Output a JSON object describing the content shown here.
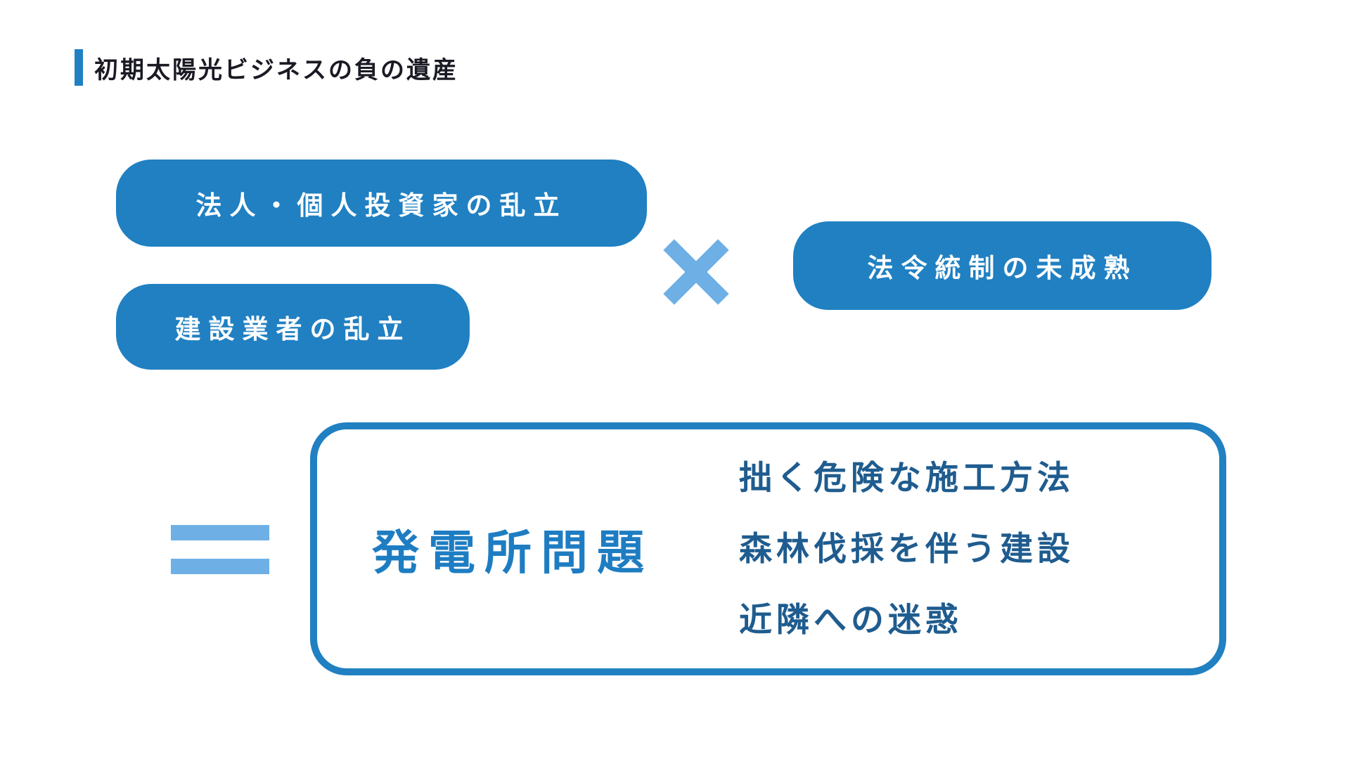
{
  "slide": {
    "title": "初期太陽光ビジネスの負の遺産",
    "factors": [
      {
        "label": "法人・個人投資家の乱立"
      },
      {
        "label": "建設業者の乱立"
      },
      {
        "label": "法令統制の未成熟"
      }
    ],
    "operators": {
      "multiply": "×",
      "equals": "="
    },
    "result": {
      "title": "発電所問題",
      "items": [
        "拙く危険な施工方法",
        "森林伐採を伴う建設",
        "近隣への迷惑"
      ]
    },
    "colors": {
      "pill_background": "#2080C2",
      "pill_text": "#FFFFFF",
      "operator_light_blue": "#6EB0E6",
      "box_border": "#2080C2",
      "result_title_text": "#1E7DC2",
      "result_list_text": "#1F5C8F",
      "title_text": "#1A1A24",
      "background": "#FFFFFF"
    }
  }
}
